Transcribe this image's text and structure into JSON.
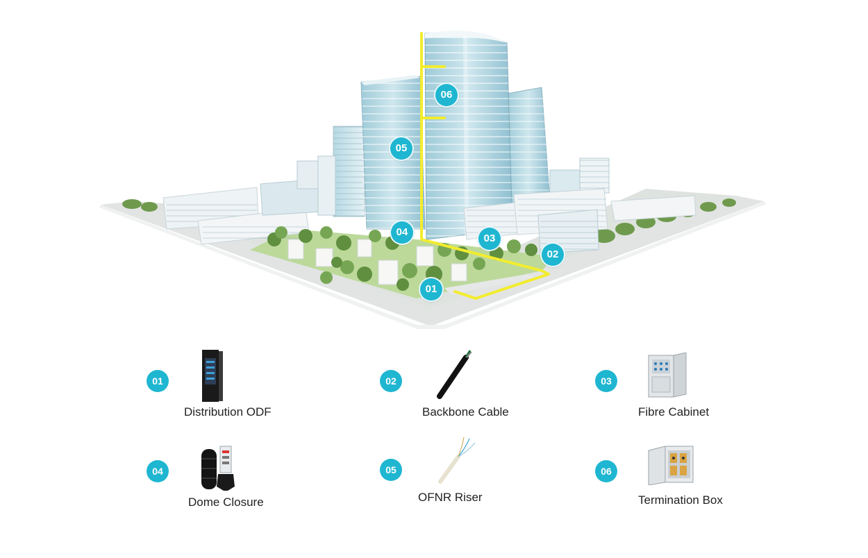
{
  "accent_color": "#1fb6d1",
  "route_color": "#f2ec2e",
  "scene": {
    "markers": [
      {
        "id": "01"
      },
      {
        "id": "02"
      },
      {
        "id": "03"
      },
      {
        "id": "04"
      },
      {
        "id": "05"
      },
      {
        "id": "06"
      }
    ]
  },
  "legend": {
    "items": [
      {
        "number": "01",
        "label": "Distribution ODF",
        "icon": "distribution-odf-icon"
      },
      {
        "number": "02",
        "label": "Backbone Cable",
        "icon": "backbone-cable-icon"
      },
      {
        "number": "03",
        "label": "Fibre Cabinet",
        "icon": "fibre-cabinet-icon"
      },
      {
        "number": "04",
        "label": "Dome Closure",
        "icon": "dome-closure-icon"
      },
      {
        "number": "05",
        "label": "OFNR Riser",
        "icon": "ofnr-riser-icon"
      },
      {
        "number": "06",
        "label": "Termination Box",
        "icon": "termination-box-icon"
      }
    ]
  }
}
